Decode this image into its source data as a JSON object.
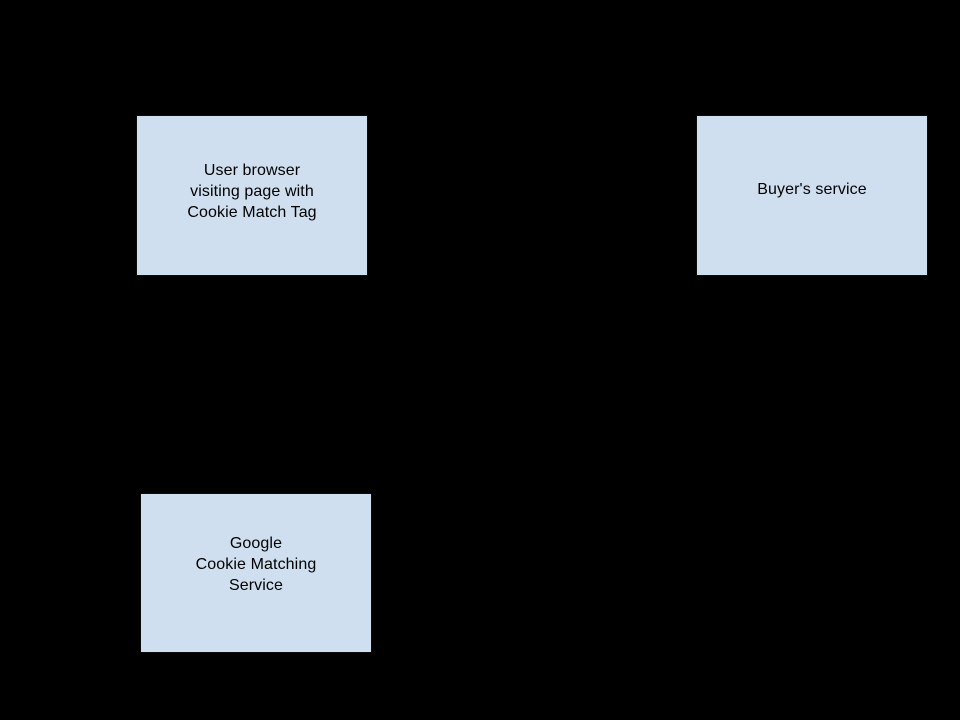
{
  "diagram": {
    "background_color": "#000000",
    "node_fill_color": "#cfdfef",
    "node_border_color": "#0c0c0c",
    "node_text_color": "#000000",
    "nodes": [
      {
        "id": "user-browser",
        "label": "User browser\nvisiting page with\nCookie Match Tag"
      },
      {
        "id": "buyers-service",
        "label": "Buyer's service"
      },
      {
        "id": "google-cookie-matching-service",
        "label": "Google\nCookie Matching\nService"
      }
    ]
  }
}
